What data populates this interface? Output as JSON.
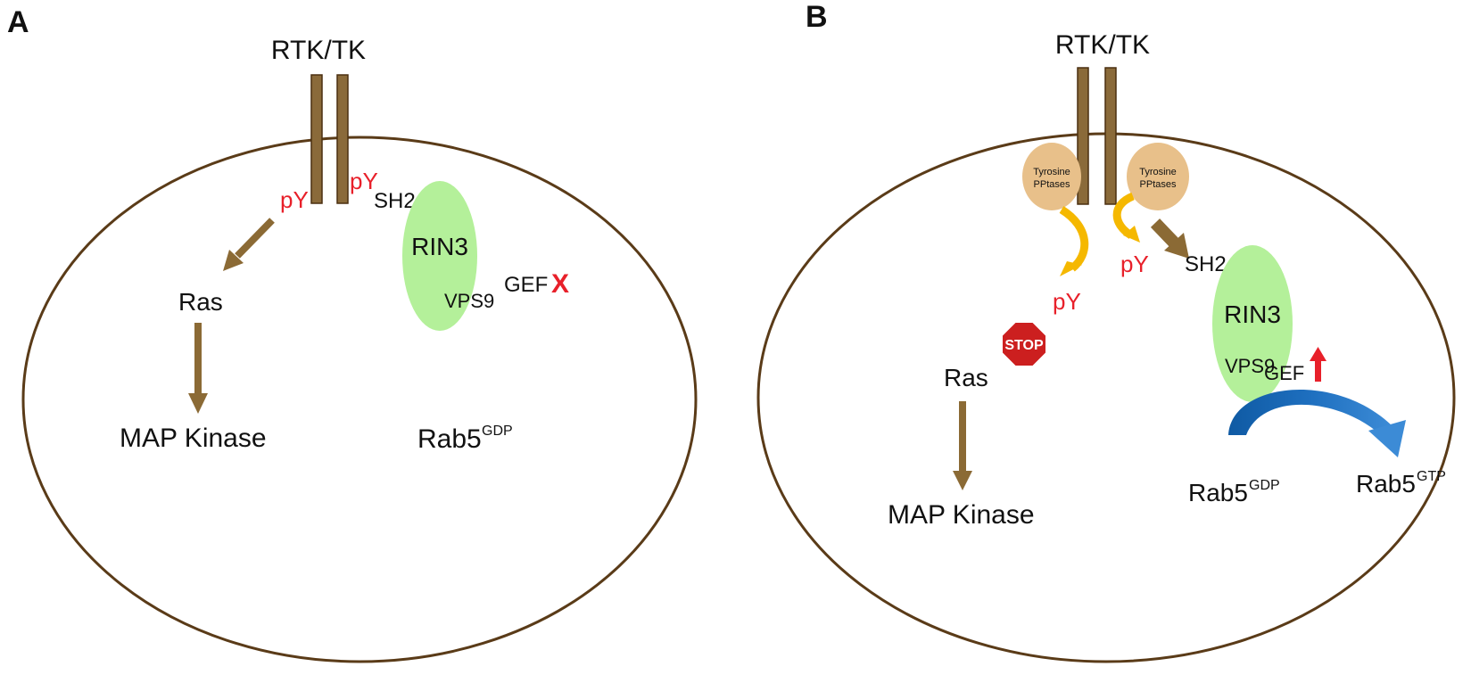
{
  "panels": {
    "A": {
      "letter": "A",
      "receptor": "RTK/TK",
      "py_left": "pY",
      "py_right": "pY",
      "sh2": "SH2",
      "rin3": "RIN3",
      "vps9": "VPS9",
      "gef": "GEF",
      "gef_mark": "X",
      "ras": "Ras",
      "map_kinase": "MAP Kinase",
      "rab5": "Rab5",
      "rab5_sup": "GDP"
    },
    "B": {
      "letter": "B",
      "receptor": "RTK/TK",
      "ptase_left_line1": "Tyrosine",
      "ptase_left_line2": "PPtases",
      "ptase_right_line1": "Tyrosine",
      "ptase_right_line2": "PPtases",
      "py_left": "pY",
      "py_right": "pY",
      "sh2": "SH2",
      "stop": "STOP",
      "rin3": "RIN3",
      "vps9": "VPS9",
      "gef": "GEF",
      "ras": "Ras",
      "map_kinase": "MAP Kinase",
      "rab5_left": "Rab5",
      "rab5_left_sup": "GDP",
      "rab5_right": "Rab5",
      "rab5_right_sup": "GTP"
    }
  },
  "colors": {
    "membrane": "#5a3b18",
    "receptor": "#8a6a3a",
    "arrow_brown": "#8b6a35",
    "rin3_green": "#b4f09a",
    "ptase": "#e8c08a",
    "phospho_red": "#e8202a",
    "yellow_arrow": "#f5b800",
    "blue_arrow": "#1e6fbf",
    "stop_red": "#cc1f1f"
  }
}
